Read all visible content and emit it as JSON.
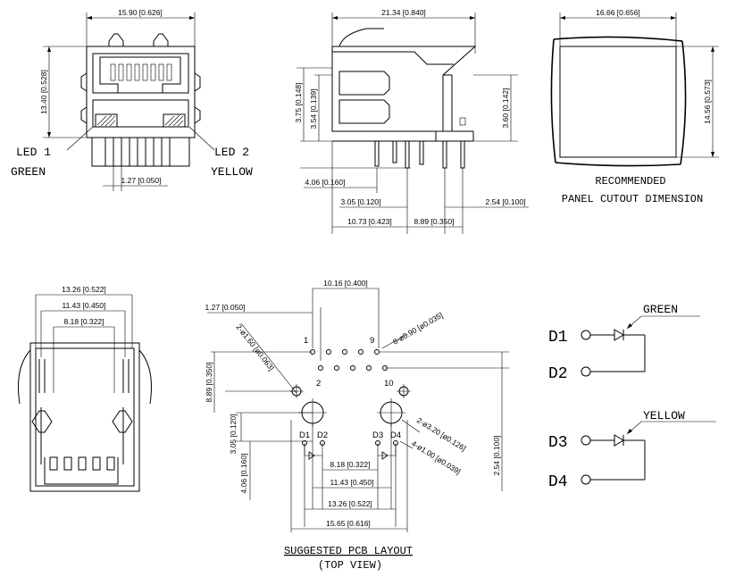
{
  "front_view": {
    "width_dim": "15.90 [0.626]",
    "height_dim": "13.40 [0.528]",
    "led1_label": "LED 1",
    "led1_color": "GREEN",
    "led2_label": "LED 2",
    "led2_color": "YELLOW",
    "pitch_dim": "1.27 [0.050]"
  },
  "side_view": {
    "length_dim": "21.34 [0.840]",
    "dim_a": "3.75 [0.148]",
    "dim_b": "3.54 [0.139]",
    "dim_c": "3.60 [0.142]",
    "dim_d": "4.06 [0.160]",
    "dim_e": "3.05 [0.120]",
    "dim_f": "2.54 [0.100]",
    "dim_g": "10.73 [0.423]",
    "dim_h": "8.89 [0.350]"
  },
  "panel_cutout": {
    "width_dim": "16.66 [0.656]",
    "height_dim": "14.56 [0.573]",
    "caption_line1": "RECOMMENDED",
    "caption_line2": "PANEL CUTOUT DIMENSION"
  },
  "top_view": {
    "dim_outer": "13.26 [0.522]",
    "dim_mid": "11.43 [0.450]",
    "dim_inner": "8.18 [0.322]"
  },
  "pcb_layout": {
    "dim_top": "10.16 [0.400]",
    "dim_pitch": "1.27 [0.050]",
    "hole_led_note": "2-ø1.60 [ø0.063]",
    "hole_signal_note": "8-ø0.90 [ø0.035]",
    "hole_post_note": "2-ø3.20 [ø0.126]",
    "hole_led_pin_note": "4-ø1.00 [ø0.039]",
    "dim_left_a": "8.89 [0.350]",
    "dim_left_b": "3.05 [0.120]",
    "dim_left_c": "4.06 [0.160]",
    "dim_right": "2.54 [0.100]",
    "dim_bottom_a": "8.18 [0.322]",
    "dim_bottom_b": "11.43 [0.450]",
    "dim_bottom_c": "13.26 [0.522]",
    "dim_bottom_d": "15.65 [0.616]",
    "pin1": "1",
    "pin2": "2",
    "pin9": "9",
    "pin10": "10",
    "d1": "D1",
    "d2": "D2",
    "d3": "D3",
    "d4": "D4",
    "caption_line1": "SUGGESTED PCB LAYOUT",
    "caption_line2": "(TOP VIEW)"
  },
  "schematic": {
    "d1": "D1",
    "d2": "D2",
    "d3": "D3",
    "d4": "D4",
    "green_label": "GREEN",
    "yellow_label": "YELLOW"
  }
}
